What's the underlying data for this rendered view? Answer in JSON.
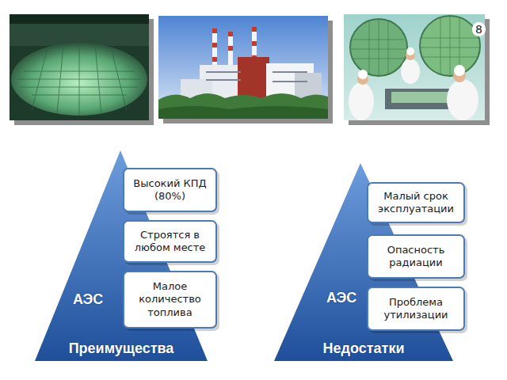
{
  "diagram": {
    "nodes": [
      {
        "text": [
          "АЭС",
          "Преимущества"
        ]
      },
      {
        "text": [
          "Высокий КПД (80%)"
        ],
        "in": 0
      },
      {
        "text": [
          "Строятся в любом месте"
        ],
        "in": 0
      },
      {
        "text": [
          "Малое количество топлива"
        ],
        "in": 0
      },
      {
        "text": [
          "АЭС",
          "Недостатки"
        ]
      },
      {
        "text": [
          "Малый срок эксплуатации"
        ],
        "in": 4
      },
      {
        "text": [
          "Опасность радиации"
        ],
        "in": 4
      },
      {
        "text": [
          "Проблема утилизации"
        ],
        "in": 4
      }
    ],
    "labels": [
      "8"
    ]
  }
}
